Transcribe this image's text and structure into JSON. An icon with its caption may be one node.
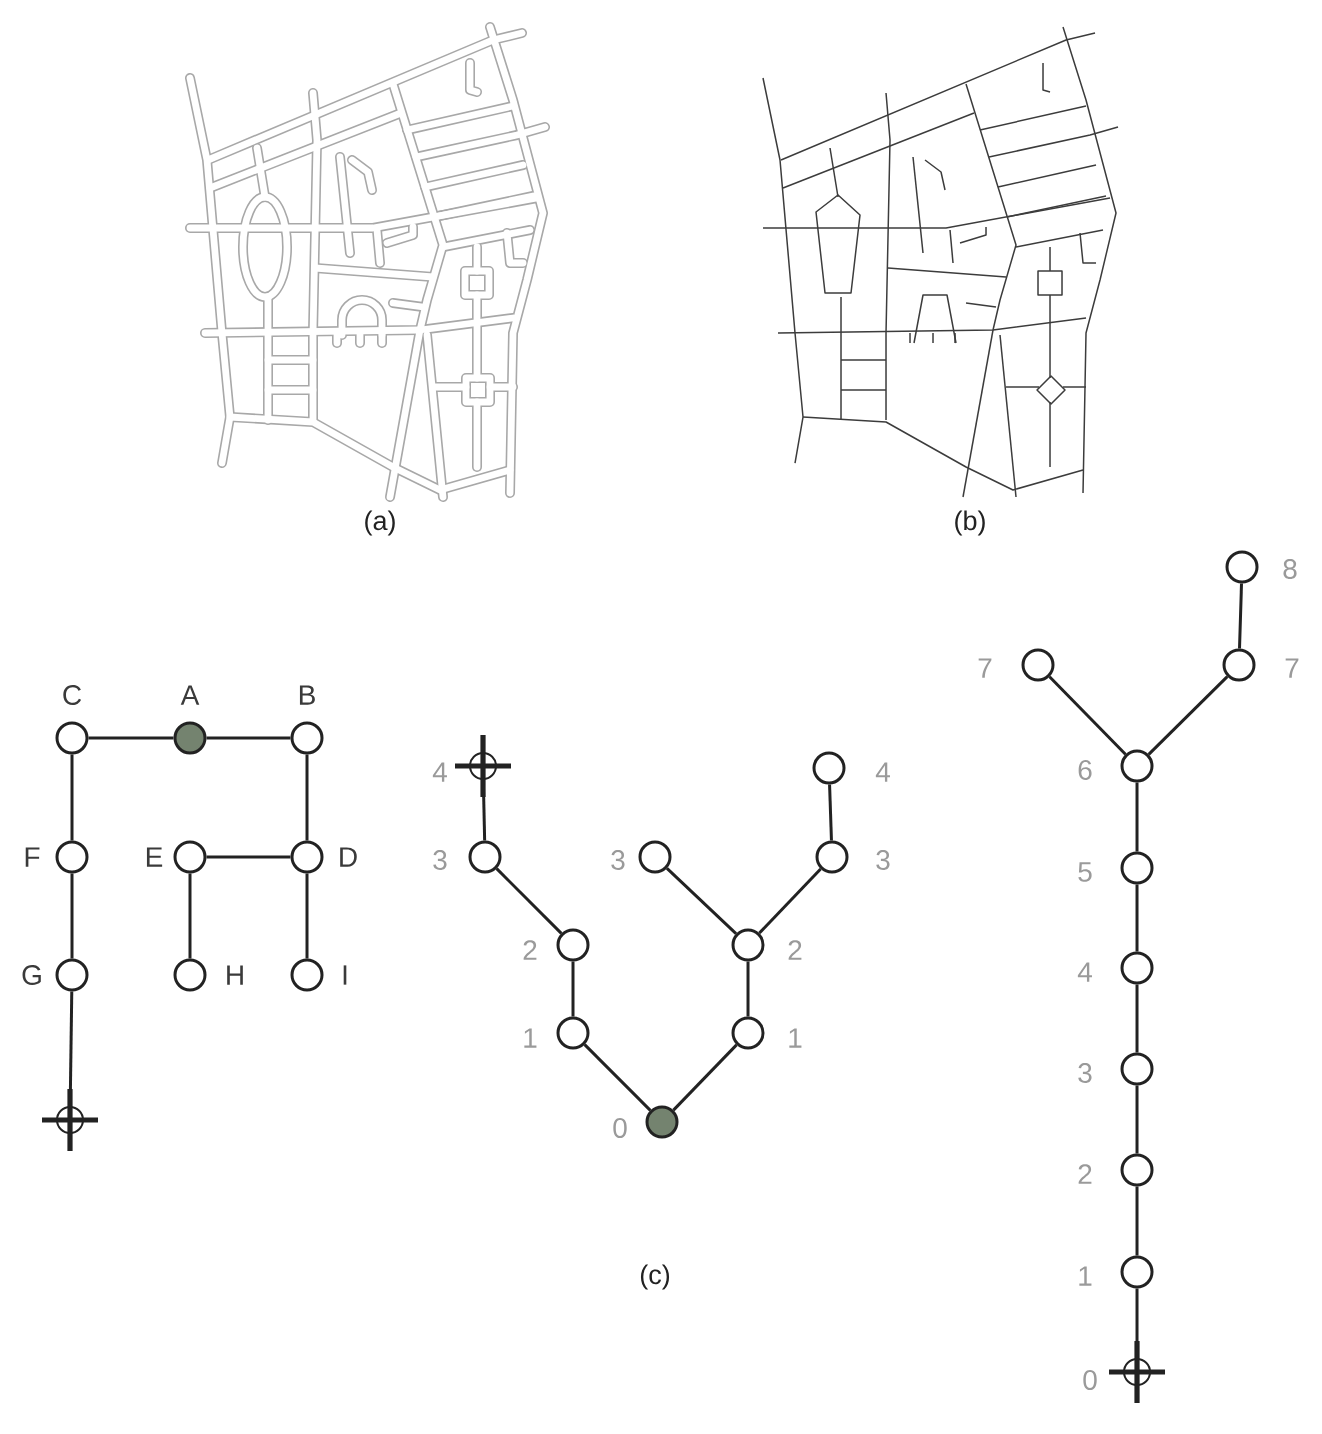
{
  "diagram": {
    "nodes": [
      {
        "text": [],
        "shape": "circle",
        "beside": [
          "C"
        ]
      },
      {
        "text": [],
        "shape": "circle",
        "beside": [
          "A"
        ]
      },
      {
        "text": [],
        "shape": "circle",
        "beside": [
          "B"
        ]
      },
      {
        "text": [],
        "shape": "circle",
        "beside": [
          "F"
        ]
      },
      {
        "text": [],
        "shape": "circle",
        "beside": [
          "E"
        ]
      },
      {
        "text": [],
        "shape": "circle",
        "beside": [
          "D"
        ]
      },
      {
        "text": [],
        "shape": "circle",
        "beside": [
          "G"
        ]
      },
      {
        "text": [],
        "shape": "circle",
        "beside": [
          "H"
        ]
      },
      {
        "text": [],
        "shape": "circle",
        "beside": [
          "I"
        ]
      },
      {
        "text": [],
        "shape": "crosshair"
      },
      {
        "text": [],
        "shape": "crosshair",
        "beside": [
          "4"
        ]
      },
      {
        "text": [],
        "shape": "circle",
        "beside": [
          "4"
        ]
      },
      {
        "text": [],
        "shape": "circle",
        "beside": [
          "3"
        ]
      },
      {
        "text": [],
        "shape": "circle",
        "beside": [
          "3"
        ]
      },
      {
        "text": [],
        "shape": "circle",
        "beside": [
          "3"
        ]
      },
      {
        "text": [],
        "shape": "circle",
        "beside": [
          "2"
        ]
      },
      {
        "text": [],
        "shape": "circle",
        "beside": [
          "2"
        ]
      },
      {
        "text": [],
        "shape": "circle",
        "beside": [
          "1"
        ]
      },
      {
        "text": [],
        "shape": "circle",
        "beside": [
          "1"
        ]
      },
      {
        "text": [],
        "shape": "circle",
        "beside": [
          "0"
        ]
      },
      {
        "text": [],
        "shape": "circle",
        "beside": [
          "8"
        ]
      },
      {
        "text": [],
        "shape": "circle",
        "beside": [
          "7"
        ]
      },
      {
        "text": [],
        "shape": "circle",
        "beside": [
          "7"
        ]
      },
      {
        "text": [],
        "shape": "circle",
        "beside": [
          "6"
        ]
      },
      {
        "text": [],
        "shape": "circle",
        "beside": [
          "5"
        ]
      },
      {
        "text": [],
        "shape": "circle",
        "beside": [
          "4"
        ]
      },
      {
        "text": [],
        "shape": "circle",
        "beside": [
          "3"
        ]
      },
      {
        "text": [],
        "shape": "circle",
        "beside": [
          "2"
        ]
      },
      {
        "text": [],
        "shape": "circle",
        "beside": [
          "1"
        ]
      },
      {
        "text": [],
        "shape": "crosshair",
        "beside": [
          "0"
        ]
      }
    ],
    "edges": [
      {
        "from": 0,
        "to": 1,
        "arrow": "none"
      },
      {
        "from": 1,
        "to": 2,
        "arrow": "none"
      },
      {
        "from": 0,
        "to": 3,
        "arrow": "none"
      },
      {
        "from": 2,
        "to": 5,
        "arrow": "none"
      },
      {
        "from": 4,
        "to": 5,
        "arrow": "none"
      },
      {
        "from": 3,
        "to": 6,
        "arrow": "none"
      },
      {
        "from": 4,
        "to": 7,
        "arrow": "none"
      },
      {
        "from": 5,
        "to": 8,
        "arrow": "none"
      },
      {
        "from": 6,
        "to": 9,
        "arrow": "none"
      },
      {
        "from": 19,
        "to": 17,
        "arrow": "none"
      },
      {
        "from": 17,
        "to": 15,
        "arrow": "none"
      },
      {
        "from": 15,
        "to": 12,
        "arrow": "none"
      },
      {
        "from": 12,
        "to": 10,
        "arrow": "none"
      },
      {
        "from": 19,
        "to": 18,
        "arrow": "none"
      },
      {
        "from": 18,
        "to": 16,
        "arrow": "none"
      },
      {
        "from": 16,
        "to": 13,
        "arrow": "none"
      },
      {
        "from": 16,
        "to": 14,
        "arrow": "none"
      },
      {
        "from": 14,
        "to": 11,
        "arrow": "none"
      },
      {
        "from": 23,
        "to": 21,
        "arrow": "none"
      },
      {
        "from": 23,
        "to": 22,
        "arrow": "none"
      },
      {
        "from": 22,
        "to": 20,
        "arrow": "none"
      },
      {
        "from": 23,
        "to": 24,
        "arrow": "none"
      },
      {
        "from": 24,
        "to": 25,
        "arrow": "none"
      },
      {
        "from": 25,
        "to": 26,
        "arrow": "none"
      },
      {
        "from": 26,
        "to": 27,
        "arrow": "none"
      },
      {
        "from": 27,
        "to": 28,
        "arrow": "none"
      },
      {
        "from": 28,
        "to": 29,
        "arrow": "none"
      }
    ],
    "labels": [
      "(a)",
      "(b)",
      "(c)"
    ]
  }
}
